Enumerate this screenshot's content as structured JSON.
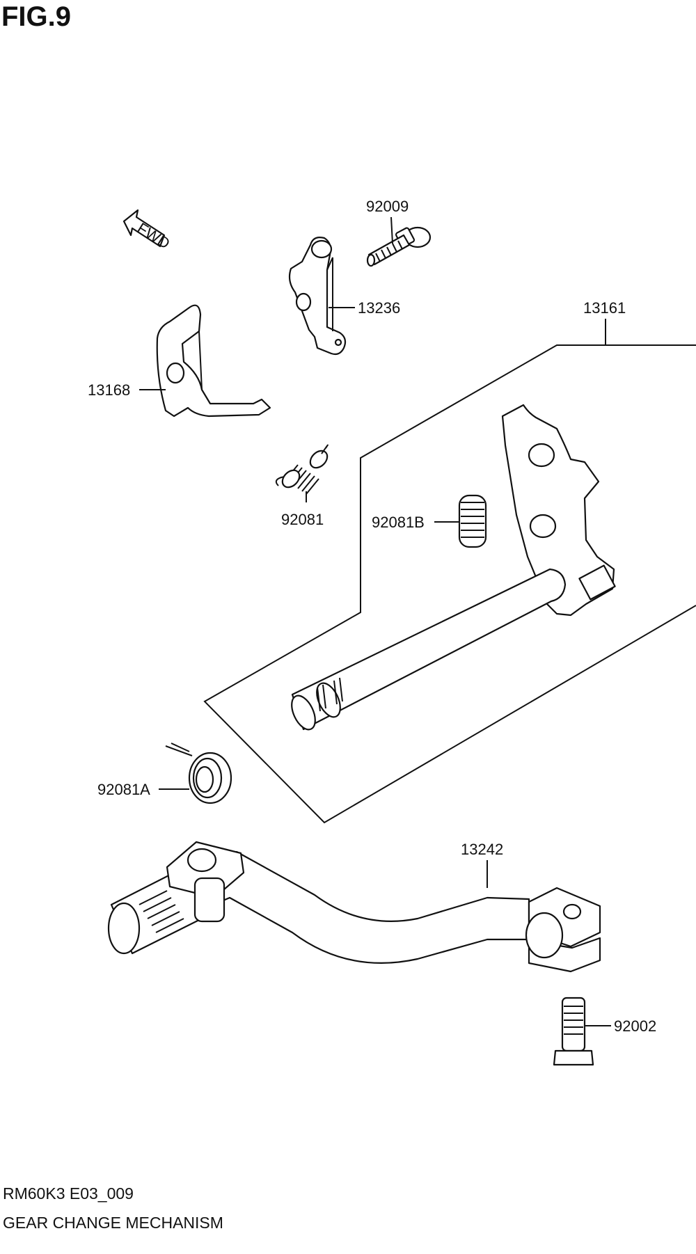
{
  "figure": {
    "title": "FIG.9",
    "code": "RM60K3 E03_009",
    "caption": "GEAR CHANGE MECHANISM",
    "fwd_label": "FWD"
  },
  "parts": [
    {
      "id": "p92009",
      "number": "92009"
    },
    {
      "id": "p13236",
      "number": "13236"
    },
    {
      "id": "p13161",
      "number": "13161"
    },
    {
      "id": "p13168",
      "number": "13168"
    },
    {
      "id": "p92081",
      "number": "92081"
    },
    {
      "id": "p92081B",
      "number": "92081B"
    },
    {
      "id": "p92081A",
      "number": "92081A"
    },
    {
      "id": "p13242",
      "number": "13242"
    },
    {
      "id": "p92002",
      "number": "92002"
    }
  ]
}
